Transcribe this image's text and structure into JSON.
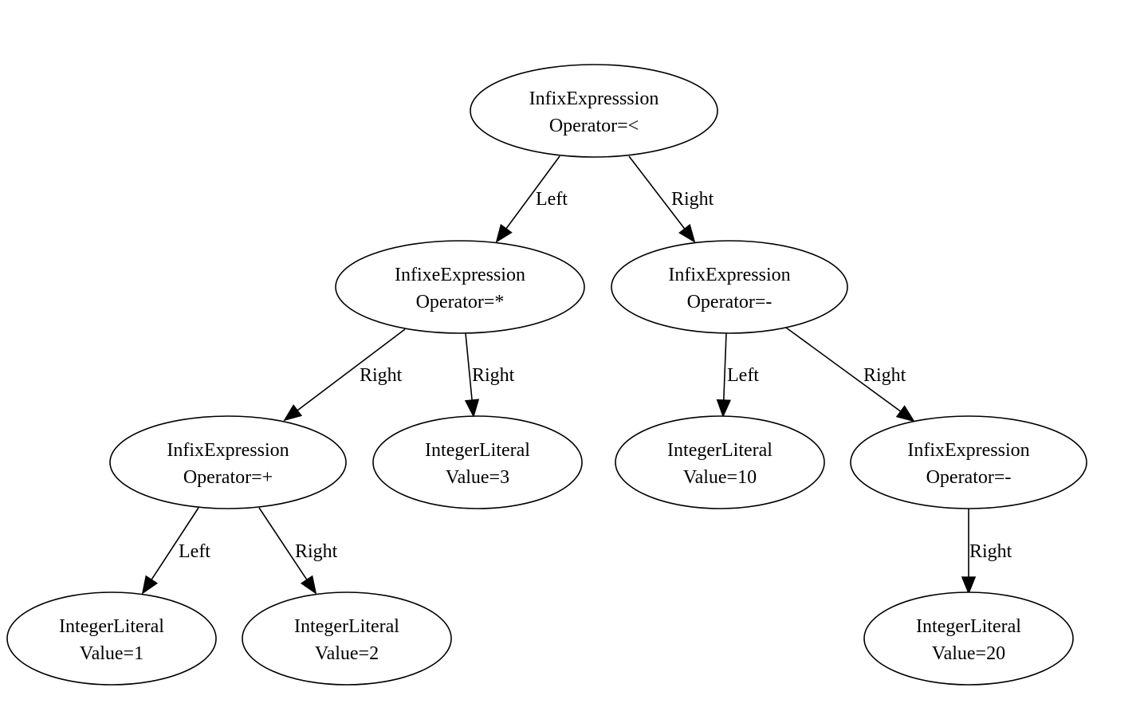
{
  "diagram": {
    "type": "tree",
    "nodes": [
      {
        "id": "n0",
        "line1": "InfixExpresssion",
        "line2": "Operator=<"
      },
      {
        "id": "n1",
        "line1": "InfixeExpression",
        "line2": "Operator=*"
      },
      {
        "id": "n2",
        "line1": "InfixExpression",
        "line2": "Operator=-"
      },
      {
        "id": "n3",
        "line1": "InfixExpression",
        "line2": "Operator=+"
      },
      {
        "id": "n4",
        "line1": "IntegerLiteral",
        "line2": "Value=3"
      },
      {
        "id": "n5",
        "line1": "IntegerLiteral",
        "line2": "Value=10"
      },
      {
        "id": "n6",
        "line1": "InfixExpression",
        "line2": "Operator=-"
      },
      {
        "id": "n7",
        "line1": "IntegerLiteral",
        "line2": "Value=1"
      },
      {
        "id": "n8",
        "line1": "IntegerLiteral",
        "line2": "Value=2"
      },
      {
        "id": "n9",
        "line1": "IntegerLiteral",
        "line2": "Value=20"
      }
    ],
    "edges": [
      {
        "from": "n0",
        "to": "n1",
        "label": "Left"
      },
      {
        "from": "n0",
        "to": "n2",
        "label": "Right"
      },
      {
        "from": "n1",
        "to": "n3",
        "label": "Right"
      },
      {
        "from": "n1",
        "to": "n4",
        "label": "Right"
      },
      {
        "from": "n2",
        "to": "n5",
        "label": "Left"
      },
      {
        "from": "n2",
        "to": "n6",
        "label": "Right"
      },
      {
        "from": "n3",
        "to": "n7",
        "label": "Left"
      },
      {
        "from": "n3",
        "to": "n8",
        "label": "Right"
      },
      {
        "from": "n6",
        "to": "n9",
        "label": "Right"
      }
    ]
  }
}
